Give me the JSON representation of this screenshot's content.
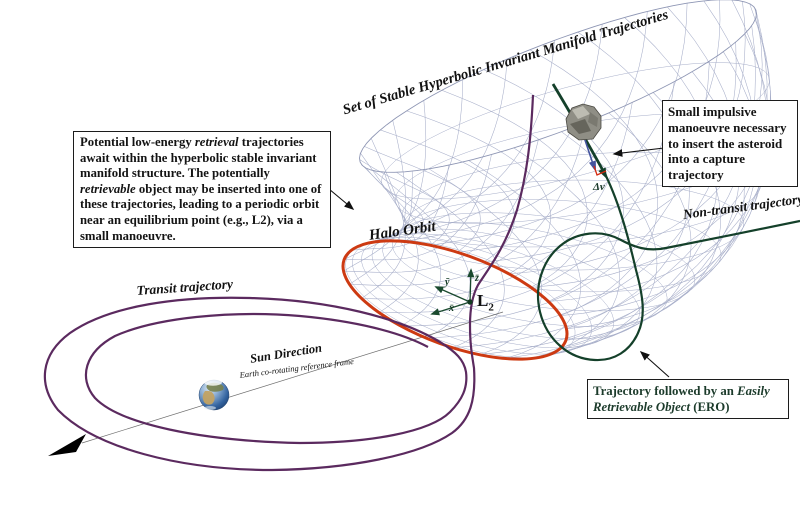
{
  "figure": {
    "manifold_title": "Set of Stable Hyperbolic Invariant Manifold Trajectories",
    "labels": {
      "halo_orbit": "Halo Orbit",
      "transit_trajectory": "Transit trajectory",
      "non_transit_trajectory": "Non-transit trajectory",
      "sun_direction": "Sun Direction",
      "reference_frame": "Earth co-rotating reference frame",
      "l2": "L",
      "l2_subscript": "2",
      "axis_x": "x̄",
      "axis_y": "ȳ",
      "axis_z": "z̄",
      "delta_v": "Δv"
    },
    "callouts": {
      "retrieval_note": {
        "part1": "Potential low-energy ",
        "italic1": "retrieval",
        "part2": " trajectories await within the hyperbolic stable invariant manifold structure. The potentially ",
        "italic2": "retrievable",
        "part3": " object may be inserted into one of these trajectories, leading to a periodic orbit near an equilibrium point (e.g., L2), via a small manoeuvre."
      },
      "impulse_note": "Small impulsive manoeuvre necessary to insert the asteroid into a capture trajectory",
      "ero_note": {
        "part1": "Trajectory followed by an ",
        "italic1": "Easily Retrievable Object",
        "part2": " (ERO)"
      }
    },
    "colors": {
      "mesh": "#a7aec9",
      "mesh_edge": "#8e96b4",
      "halo_orbit": "#cd3a12",
      "transit": "#5b2a5f",
      "ero": "#14402a",
      "ero_text": "#1c3b2b",
      "axes": "#1a4a2e",
      "velocity_arrow": "#44549e",
      "delta_v_mark": "#d42a10",
      "ink": "#111111"
    }
  }
}
